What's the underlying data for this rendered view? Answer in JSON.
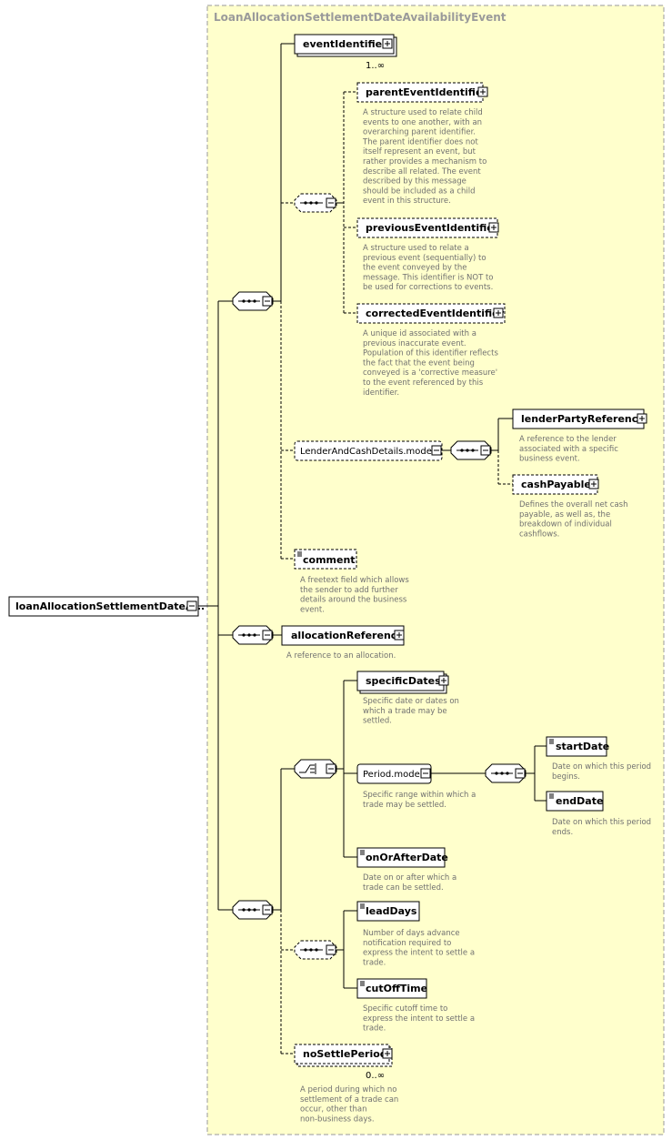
{
  "container": {
    "title": "LoanAllocationSettlementDateAvailabilityEvent"
  },
  "root": {
    "label": "loanAllocationSettlementDateA..."
  },
  "elements": {
    "eventIdentifier": {
      "label": "eventIdentifier",
      "cardinality": "1..∞"
    },
    "parentEventIdentifier": {
      "label": "parentEventIdentifier",
      "doc": [
        "A structure used to relate child",
        "events to one another, with an",
        "overarching parent identifier.",
        "The parent identifier does not",
        "itself represent an event, but",
        "rather provides a mechanism to",
        "describe all related. The event",
        "described by this message",
        "should be included as a child",
        "event in this structure."
      ]
    },
    "previousEventIdentifier": {
      "label": "previousEventIdentifier",
      "doc": [
        "A structure used to relate a",
        "previous event (sequentially) to",
        "the event conveyed by the",
        "message. This identifier is NOT to",
        "be used for corrections to events."
      ]
    },
    "correctedEventIdentifier": {
      "label": "correctedEventIdentifier",
      "doc": [
        "A unique id associated with a",
        "previous inaccurate event.",
        "Population of this identifier reflects",
        "the fact that the event being",
        "conveyed is a 'corrective measure'",
        "to the event referenced by this",
        "identifier."
      ]
    },
    "lenderAndCashDetailsModel": {
      "label": "LenderAndCashDetails.model"
    },
    "lenderPartyReference": {
      "label": "lenderPartyReference",
      "doc": [
        "A reference to the lender",
        "associated with a specific",
        "business event."
      ]
    },
    "cashPayable": {
      "label": "cashPayable",
      "doc": [
        "Defines the overall net cash",
        "payable, as well as, the",
        "breakdown of individual",
        "cashflows."
      ]
    },
    "comment": {
      "label": "comment",
      "doc": [
        "A freetext field which allows",
        "the sender to add further",
        "details around the business",
        "event."
      ]
    },
    "allocationReference": {
      "label": "allocationReference",
      "doc": [
        "A reference to an allocation."
      ]
    },
    "specificDates": {
      "label": "specificDates",
      "doc": [
        "Specific date or dates on",
        "which a trade may be",
        "settled."
      ]
    },
    "periodModel": {
      "label": "Period.model",
      "doc": [
        "Specific range within which a",
        "trade may be settled."
      ]
    },
    "startDate": {
      "label": "startDate",
      "doc": [
        "Date on which this period",
        "begins."
      ]
    },
    "endDate": {
      "label": "endDate",
      "doc": [
        "Date on which this period",
        "ends."
      ]
    },
    "onOrAfterDate": {
      "label": "onOrAfterDate",
      "doc": [
        "Date on or after which a",
        "trade can be settled."
      ]
    },
    "leadDays": {
      "label": "leadDays",
      "doc": [
        "Number of days advance",
        "notification required to",
        "express the intent to settle a",
        "trade."
      ]
    },
    "cutOffTime": {
      "label": "cutOffTime",
      "doc": [
        "Specific cutoff time to",
        "express the intent to settle a",
        "trade."
      ]
    },
    "noSettlePeriod": {
      "label": "noSettlePeriod",
      "cardinality": "0..∞",
      "doc": [
        "A period during which no",
        "settlement of a trade can",
        "occur, other than",
        "non-business days."
      ]
    }
  },
  "colors": {
    "container_fill": "#ffffcc",
    "container_border": "#999999",
    "box_fill": "#ffffff",
    "line": "#000000",
    "doc_text": "#707070",
    "title_text": "#9a9a9a"
  }
}
